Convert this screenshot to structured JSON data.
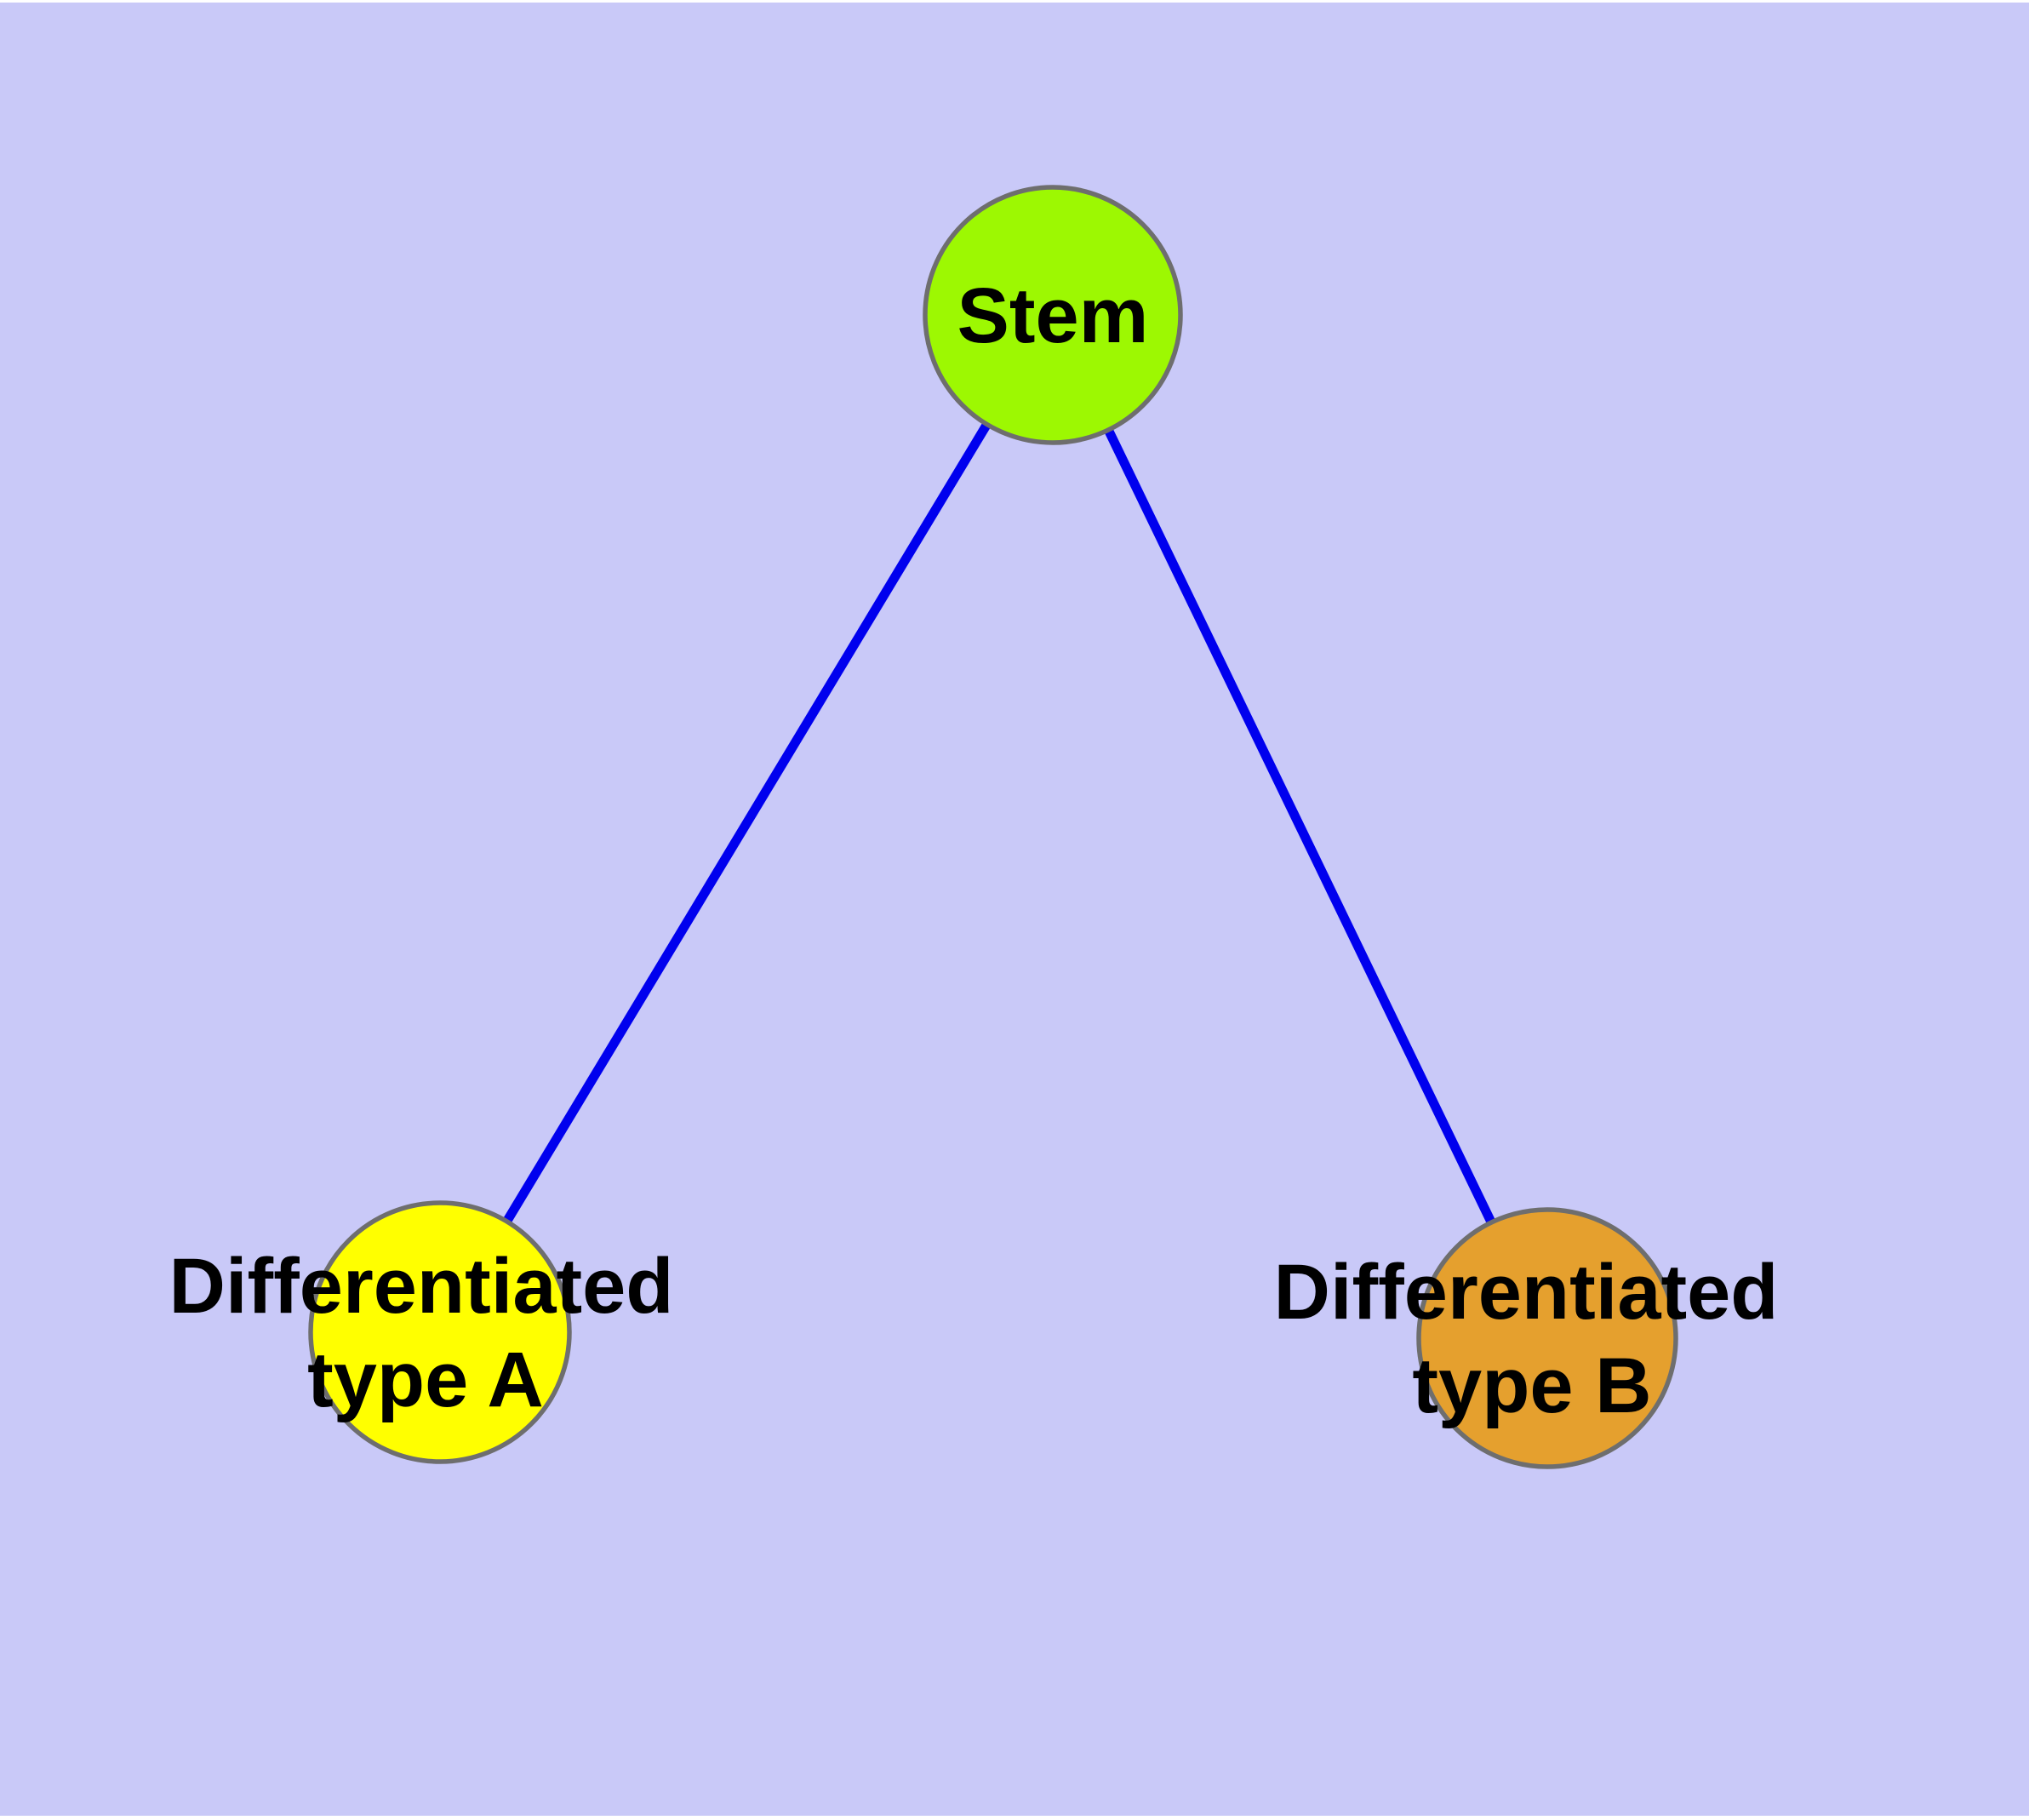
{
  "figure": {
    "frame_color": "#ffffff",
    "canvas_color": "#C9C9F8"
  },
  "graph": {
    "edge_color": "#0000EE",
    "node_border_color": "#6E6E6E",
    "label_color": "#000000",
    "nodes": [
      {
        "id": "stem",
        "label": "Stem",
        "label_lines": [
          "Stem"
        ],
        "fill": "#9DF802"
      },
      {
        "id": "differentiated-type-a",
        "label": "Differentiated type A",
        "label_lines": [
          "Differentiated",
          "type A"
        ],
        "fill": "#FFFF00"
      },
      {
        "id": "differentiated-type-b",
        "label": "Differentiated type B",
        "label_lines": [
          "Differentiated",
          "type B"
        ],
        "fill": "#E5A02E"
      }
    ],
    "edges": [
      {
        "from": "Stem",
        "to": "Differentiated type A"
      },
      {
        "from": "Stem",
        "to": "Differentiated type B"
      }
    ]
  }
}
